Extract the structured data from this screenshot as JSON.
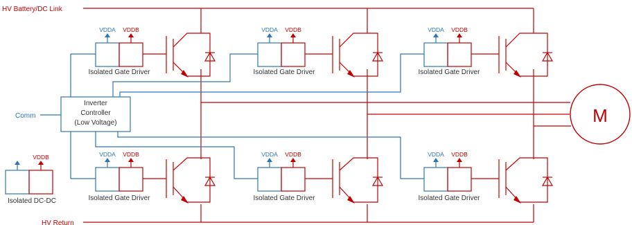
{
  "labels": {
    "hv_bus": "HV Battery/DC Link",
    "hv_return": "HV Return",
    "comm": "Comm",
    "controller": [
      "Inverter",
      "Controller",
      "(Low Voltage)"
    ],
    "motor": "M",
    "gate_driver": "Isolated Gate Driver",
    "dcdc": "Isolated DC-DC",
    "vdda": "VDDA",
    "vddb": "VDDB"
  },
  "colors": {
    "high_voltage": "#c00000",
    "low_voltage": "#2e75b6",
    "text": "#333333"
  }
}
